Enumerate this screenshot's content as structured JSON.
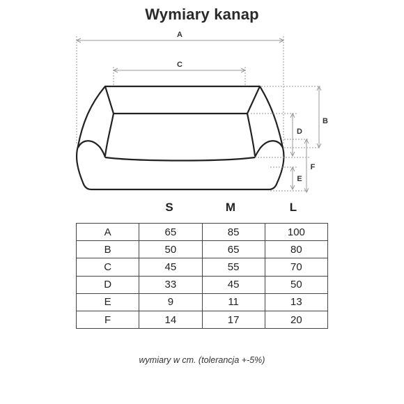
{
  "title": "Wymiary kanap",
  "dimension_labels": {
    "A": "A",
    "B": "B",
    "C": "C",
    "D": "D",
    "E": "E",
    "F": "F"
  },
  "table": {
    "columns": [
      "S",
      "M",
      "L"
    ],
    "rows": [
      {
        "dim": "A",
        "values": [
          "65",
          "85",
          "100"
        ]
      },
      {
        "dim": "B",
        "values": [
          "50",
          "65",
          "80"
        ]
      },
      {
        "dim": "C",
        "values": [
          "45",
          "55",
          "70"
        ]
      },
      {
        "dim": "D",
        "values": [
          "33",
          "45",
          "50"
        ]
      },
      {
        "dim": "E",
        "values": [
          "9",
          "11",
          "13"
        ]
      },
      {
        "dim": "F",
        "values": [
          "14",
          "17",
          "20"
        ]
      }
    ]
  },
  "note": "wymiary w cm. (tolerancja +-5%)"
}
